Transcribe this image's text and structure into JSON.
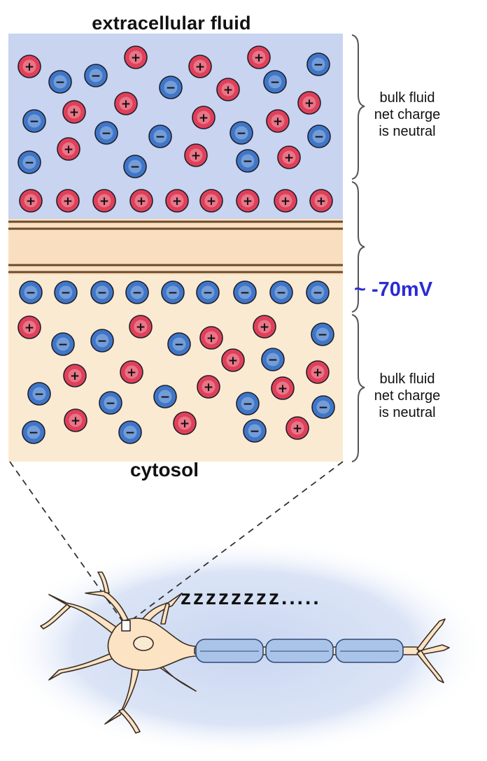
{
  "labels": {
    "top_region": "extracellular fluid",
    "bottom_region": "cytosol",
    "bracket_top": [
      "bulk fluid",
      "net charge",
      "is neutral"
    ],
    "bracket_bottom": [
      "bulk fluid",
      "net charge",
      "is neutral"
    ],
    "membrane_potential": "~ -70mV",
    "sleep": "zzzzzzzz....."
  },
  "ion_symbols": {
    "cation": "+",
    "anion": "−"
  },
  "colors": {
    "extracellular": "#c8d4f0",
    "cytosol": "#fbead2",
    "membrane": "#f9dfbf",
    "cation": "#e0405a",
    "anion": "#3f76c8",
    "voltage_text": "#2b2bd6",
    "glow": "#c9d6f1",
    "neuron_fill": "#fbe3c4",
    "myelin": "#a9c4e8"
  }
}
